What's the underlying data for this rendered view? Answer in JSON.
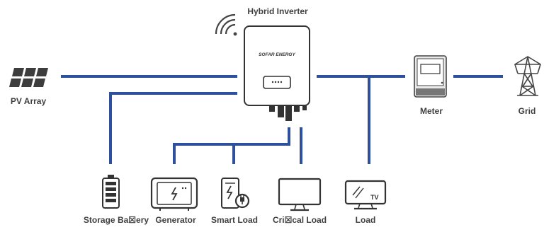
{
  "title": "Hybrid Inverter",
  "inverter": {
    "brand_text": "SOFAR ENERGY"
  },
  "components": {
    "pv_array": "PV Array",
    "meter": "Meter",
    "grid": "Grid",
    "storage_battery": "Storage Ba☒ery",
    "generator": "Generator",
    "smart_load": "Smart Load",
    "critical_load": "Cri☒cal Load",
    "load": "Load"
  },
  "tv_icon_text": "TV",
  "colors": {
    "line": "#2e4f9c",
    "icon": "#3a3a3a",
    "label": "#3f3f3f",
    "inverter_body": "#ffffff",
    "meter_body": "#e9e9e9"
  }
}
